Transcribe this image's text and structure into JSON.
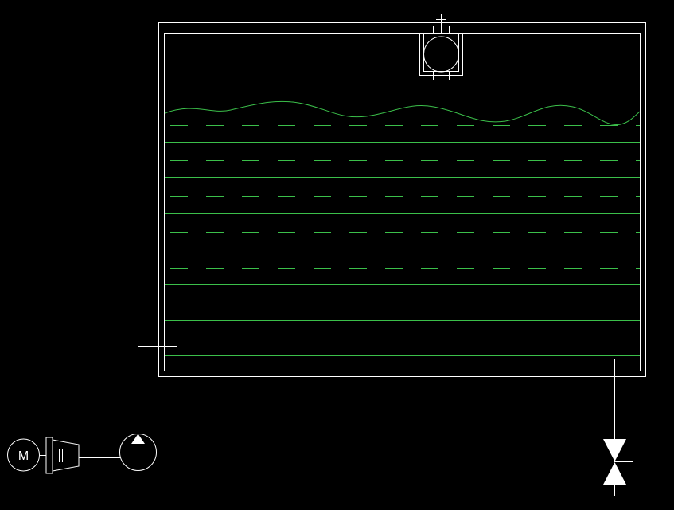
{
  "colors": {
    "background": "#000000",
    "outline": "#ffffff",
    "liquid": "#3bbf4a"
  },
  "diagram": {
    "tank": {
      "name": "tank"
    },
    "agitator": {
      "name": "agitator-drive-icon"
    },
    "liquid": {
      "name": "liquid-surface",
      "layers": 7
    },
    "motor": {
      "name": "motor-icon",
      "letter": "M"
    },
    "coupling": {
      "name": "coupling-icon"
    },
    "pump": {
      "name": "pump-icon"
    },
    "valve": {
      "name": "drain-valve-icon"
    }
  }
}
